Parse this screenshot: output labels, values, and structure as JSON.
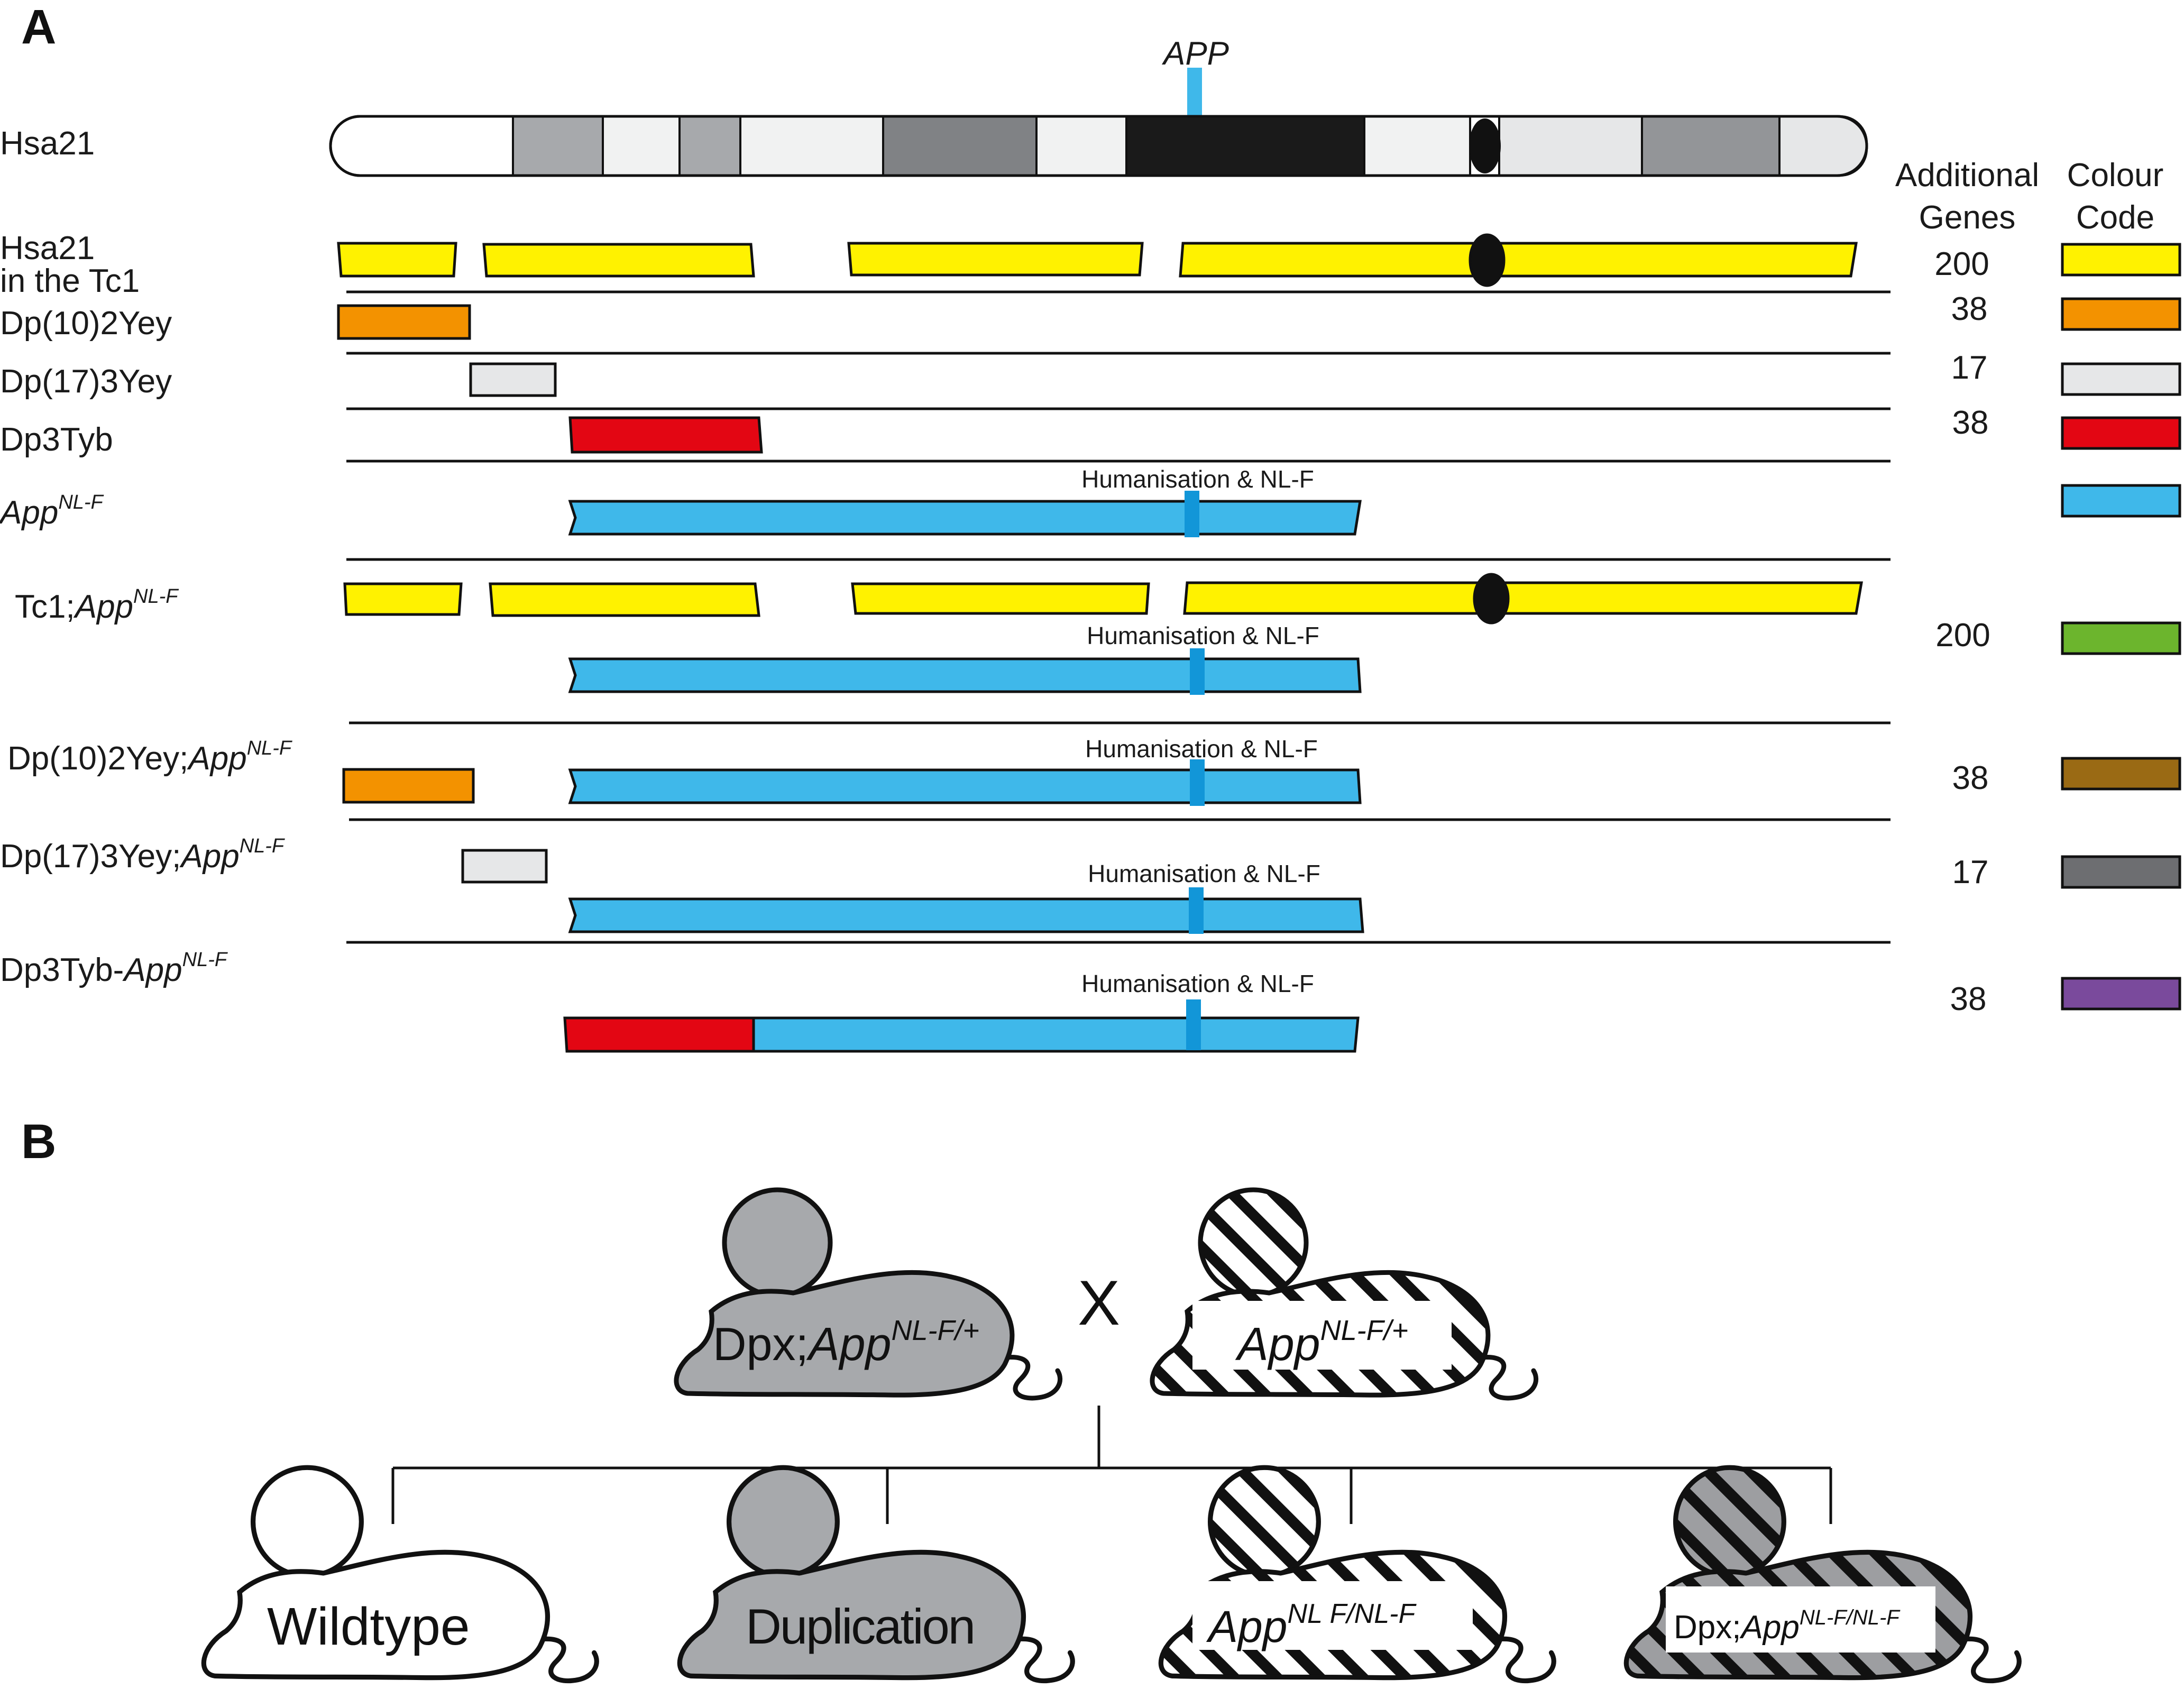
{
  "panel_a": {
    "label": "A",
    "app_label": "APP",
    "rows": [
      {
        "label": "Hsa21"
      },
      {
        "label": "Hsa21",
        "label2": "in the Tc1"
      },
      {
        "label": "Dp(10)2Yey"
      },
      {
        "label": "Dp(17)3Yey"
      },
      {
        "label": "Dp3Tyb"
      },
      {
        "label": "App",
        "sup": "NL-F"
      },
      {
        "label_pre": "Tc1;",
        "label": "App",
        "sup": "NL-F"
      },
      {
        "label_pre": "Dp(10)2Yey;",
        "label": "App",
        "sup": "NL-F"
      },
      {
        "label_pre": "Dp(17)3Yey;",
        "label": "App",
        "sup": "NL-F"
      },
      {
        "label_pre": "Dp3Tyb-",
        "label": "App",
        "sup": "NL-F"
      }
    ],
    "humanisation_label": "Humanisation & NL-F",
    "genes_header_1": "Additional",
    "genes_header_2": "Genes",
    "colour_header_1": "Colour",
    "colour_header_2": "Code",
    "additional_genes": [
      "200",
      "38",
      "17",
      "38",
      "200",
      "38",
      "17",
      "38"
    ],
    "colour_code": [
      {
        "name": "yellow",
        "color": "#fff200"
      },
      {
        "name": "orange",
        "color": "#f39200"
      },
      {
        "name": "light-grey",
        "color": "#e6e7e8"
      },
      {
        "name": "red",
        "color": "#e30613"
      },
      {
        "name": "blue",
        "color": "#3fb8ea"
      },
      {
        "name": "green",
        "color": "#6cb52d"
      },
      {
        "name": "brown",
        "color": "#9a6a14"
      },
      {
        "name": "dark-grey",
        "color": "#6d6e71"
      },
      {
        "name": "purple",
        "color": "#7a4a9c"
      }
    ]
  },
  "panel_b": {
    "label": "B",
    "cross_symbol": "X",
    "parent_left": {
      "pre": "Dpx;",
      "label": "App",
      "sup": "NL-F/+"
    },
    "parent_right": {
      "label": "App",
      "sup": "NL-F/+"
    },
    "offspring": [
      {
        "label": "Wildtype"
      },
      {
        "label": "Duplication"
      },
      {
        "label": "App",
        "sup": "NL F/NL-F"
      },
      {
        "pre": "Dpx;",
        "label": "App",
        "sup": "NL-F/NL-F"
      }
    ]
  }
}
